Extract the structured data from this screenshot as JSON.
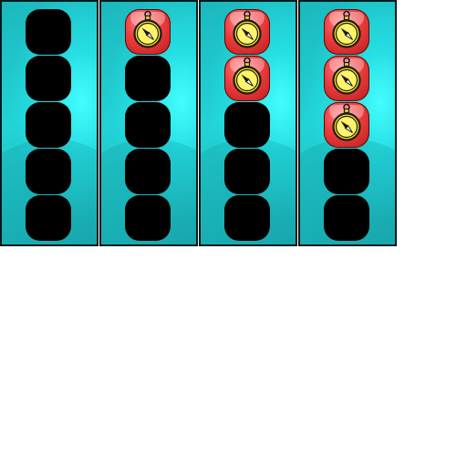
{
  "board": {
    "columns": [
      {
        "filled_count": 0,
        "slot_count": 5
      },
      {
        "filled_count": 1,
        "slot_count": 5
      },
      {
        "filled_count": 2,
        "slot_count": 5
      },
      {
        "filled_count": 3,
        "slot_count": 5
      }
    ],
    "token_icon": "compass-icon",
    "empty_slot_icon": "empty-slot",
    "colors": {
      "column_background": "#22d3d6",
      "column_border": "#0a1a1a",
      "empty_slot": "#000000",
      "token_red": "#ee3b3b",
      "compass_yellow": "#f5e11a"
    }
  }
}
